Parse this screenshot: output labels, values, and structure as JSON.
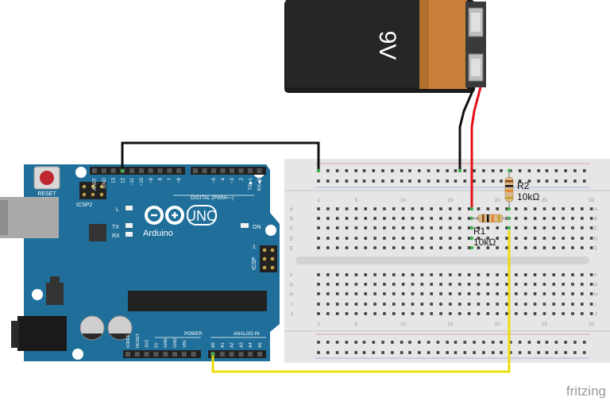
{
  "battery": {
    "label": "9V"
  },
  "board": {
    "logo_text": "UNO",
    "brand": "Arduino",
    "reset_label": "RESET",
    "icsp2_label": "ICSP2",
    "icsp_label": "ICSP",
    "digital_label": "DIGITAL (PWM=~)",
    "power_label": "POWER",
    "analog_label": "ANALOG IN",
    "led_l": "L",
    "led_tx": "TX",
    "led_rx": "RX",
    "on_label": "ON",
    "ic_label": "1",
    "digital_pins": [
      "AREF",
      "GND",
      "13",
      "12",
      "~11",
      "~10",
      "~9",
      "8",
      "7",
      "~6",
      "~5",
      "4",
      "~3",
      "2",
      "TX▶1",
      "RX◀0"
    ],
    "power_pins": [
      "IOREF",
      "RESET",
      "3V3",
      "5V",
      "GND",
      "GND",
      "VIN"
    ],
    "analog_pins": [
      "A0",
      "A1",
      "A2",
      "A3",
      "A4",
      "A5"
    ]
  },
  "breadboard": {
    "column_numbers": [
      "1",
      "5",
      "10",
      "15",
      "20",
      "25",
      "30"
    ],
    "row_letters_top": [
      "A",
      "B",
      "C",
      "D",
      "E"
    ],
    "row_letters_bottom": [
      "F",
      "G",
      "H",
      "I",
      "J"
    ]
  },
  "resistors": [
    {
      "name": "R1",
      "value": "10kΩ"
    },
    {
      "name": "R2",
      "value": "10kΩ"
    }
  ],
  "watermark": "fritzing",
  "colors": {
    "board": "#1f6f9a",
    "breadboard": "#e6e6e6",
    "wire_black": "#111111",
    "wire_red": "#e3101a",
    "wire_yellow": "#f5e60f",
    "battery_body": "#1f1f1f",
    "battery_cap": "#c9803a"
  }
}
